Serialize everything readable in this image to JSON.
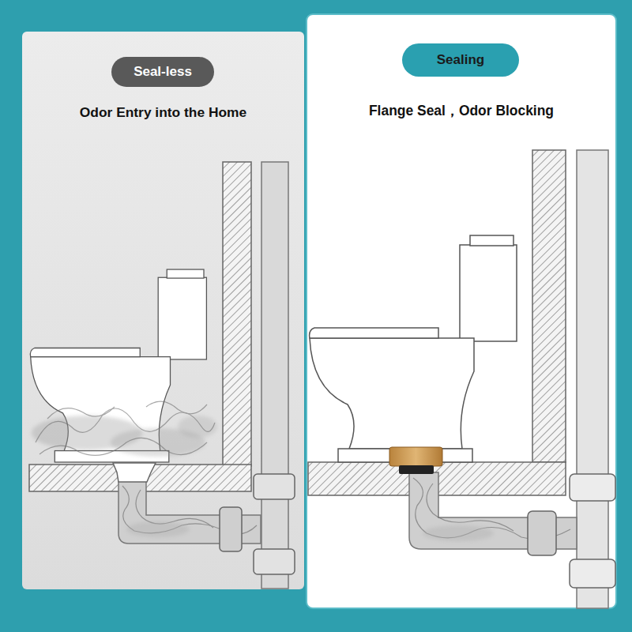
{
  "diagram": {
    "nodes": [
      {
        "text": [
          "Odor Entry into the Home"
        ]
      },
      {
        "text": [
          "Seal-less"
        ],
        "in": 0
      },
      {
        "text": [
          "Flange Seal，Odor Blocking"
        ]
      },
      {
        "text": [
          "Sealing"
        ],
        "in": 2
      }
    ]
  }
}
